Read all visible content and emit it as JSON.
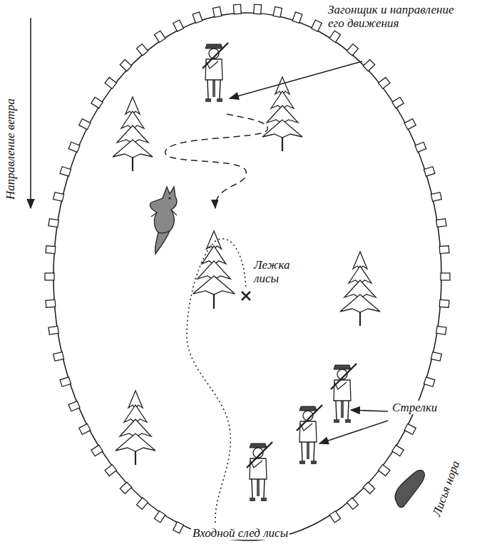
{
  "diagram": {
    "labels": [
      "Направление ветра",
      "Загонщик и направление его движения",
      "Лежка лисы",
      "Стрелки",
      "Лисья нора",
      "Входной след лисы"
    ]
  }
}
